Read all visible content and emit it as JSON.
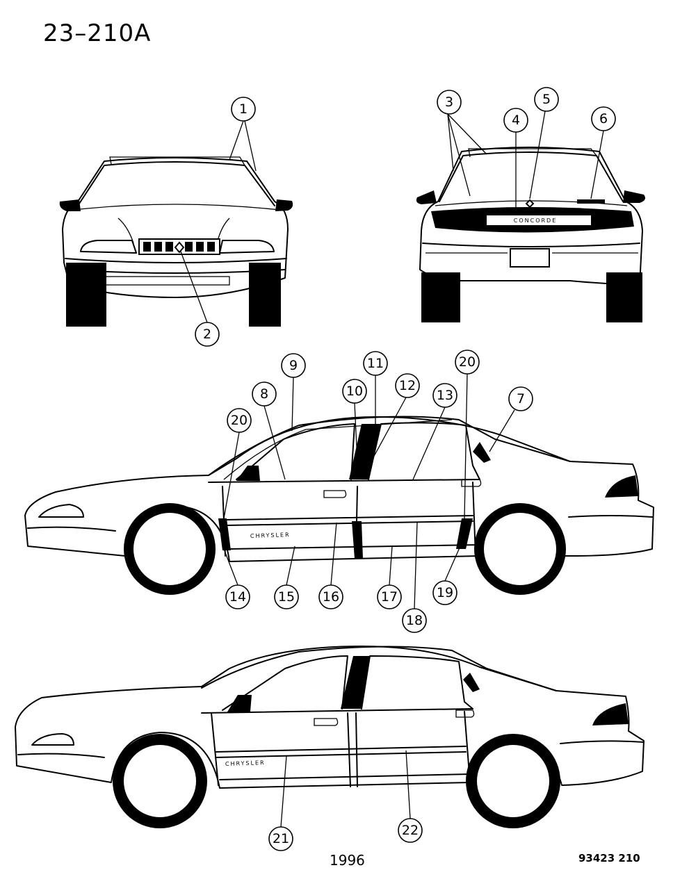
{
  "header": {
    "figure_number": "23–210A"
  },
  "footer": {
    "year": "1996",
    "drawing_code": "93423 210"
  },
  "views": [
    "front-view",
    "rear-view",
    "side-view-detail",
    "side-view-full"
  ],
  "callouts": [
    {
      "id": "callout-1",
      "number": "1"
    },
    {
      "id": "callout-2",
      "number": "2"
    },
    {
      "id": "callout-3",
      "number": "3"
    },
    {
      "id": "callout-4",
      "number": "4"
    },
    {
      "id": "callout-5",
      "number": "5"
    },
    {
      "id": "callout-6",
      "number": "6"
    },
    {
      "id": "callout-7",
      "number": "7"
    },
    {
      "id": "callout-8",
      "number": "8"
    },
    {
      "id": "callout-9",
      "number": "9"
    },
    {
      "id": "callout-10",
      "number": "10"
    },
    {
      "id": "callout-11",
      "number": "11"
    },
    {
      "id": "callout-12",
      "number": "12"
    },
    {
      "id": "callout-13",
      "number": "13"
    },
    {
      "id": "callout-14",
      "number": "14"
    },
    {
      "id": "callout-15",
      "number": "15"
    },
    {
      "id": "callout-16",
      "number": "16"
    },
    {
      "id": "callout-17",
      "number": "17"
    },
    {
      "id": "callout-18",
      "number": "18"
    },
    {
      "id": "callout-19",
      "number": "19"
    },
    {
      "id": "callout-20a",
      "number": "20"
    },
    {
      "id": "callout-20b",
      "number": "20"
    },
    {
      "id": "callout-21",
      "number": "21"
    },
    {
      "id": "callout-22",
      "number": "22"
    }
  ]
}
